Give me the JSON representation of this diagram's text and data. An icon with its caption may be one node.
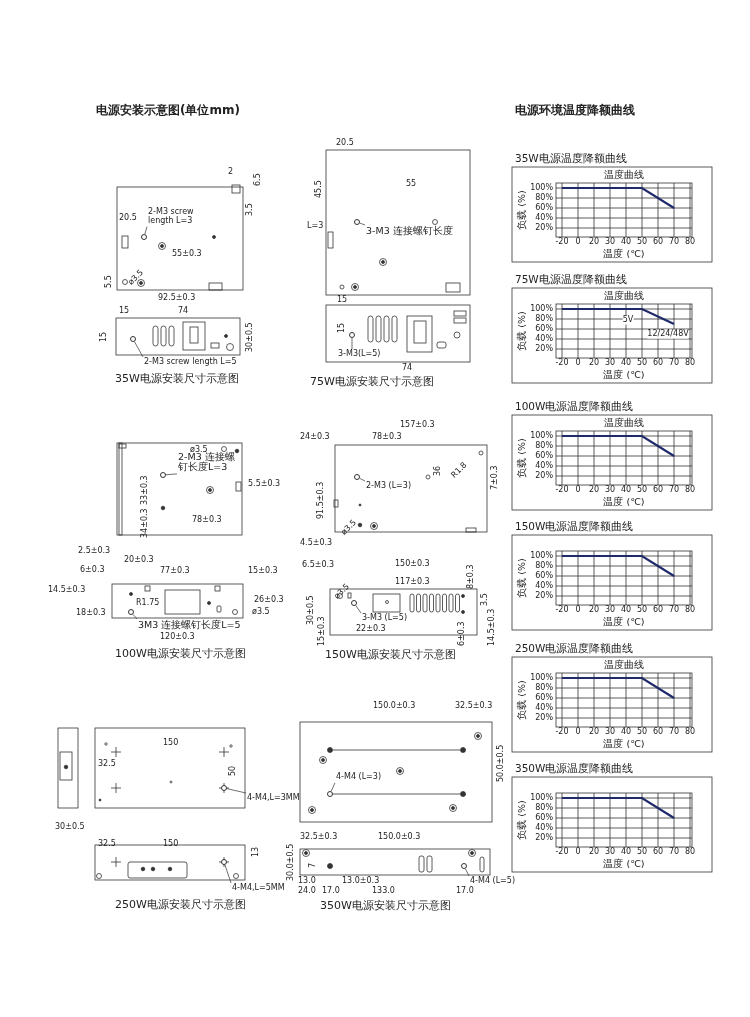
{
  "diagram": {
    "title": "电源安装示意图(单位mm)",
    "nodes": [
      {
        "text": [
          "2-M3 screw length L=3"
        ]
      },
      {
        "text": [
          "2-M3 screw length L=5"
        ]
      },
      {
        "text": [
          "3-M3 连接螺钉长度"
        ]
      },
      {
        "text": [
          "3-M3(L=5)"
        ]
      },
      {
        "text": [
          "2-M3 连接螺钉长度L=3"
        ]
      },
      {
        "text": [
          "3M3 连接螺钉长度L=5"
        ]
      },
      {
        "text": [
          "2-M3 (L=3)"
        ]
      },
      {
        "text": [
          "3-M3 (L=5)"
        ]
      },
      {
        "text": [
          "4-M4,L=3MM"
        ]
      },
      {
        "text": [
          "4-M4,L=5MM"
        ]
      },
      {
        "text": [
          "4-M4 (L=3)"
        ]
      },
      {
        "text": [
          "4-M4 (L=5)"
        ]
      },
      {
        "text": [],
        "shape": "circle"
      },
      {
        "text": [],
        "shape": "circle"
      },
      {
        "text": [],
        "shape": "circle"
      },
      {
        "text": [],
        "shape": "circle"
      },
      {
        "text": [],
        "shape": "circle"
      },
      {
        "text": [],
        "shape": "circle"
      },
      {
        "text": [],
        "shape": "circle"
      },
      {
        "text": [],
        "shape": "circle"
      },
      {
        "text": [],
        "shape": "circle"
      },
      {
        "text": [],
        "shape": "circle"
      },
      {
        "text": [],
        "shape": "circle"
      },
      {
        "text": [],
        "shape": "circle"
      }
    ],
    "edges": [
      {
        "from": 0,
        "to": 12,
        "arrow": "none"
      },
      {
        "from": 1,
        "to": 13,
        "arrow": "none"
      },
      {
        "from": 2,
        "to": 14,
        "arrow": "none"
      },
      {
        "from": 3,
        "to": 15,
        "arrow": "none"
      },
      {
        "from": 4,
        "to": 16,
        "arrow": "none"
      },
      {
        "from": 5,
        "to": 17,
        "arrow": "none"
      },
      {
        "from": 6,
        "to": 18,
        "arrow": "none"
      },
      {
        "from": 7,
        "to": 19,
        "arrow": "none"
      },
      {
        "from": 8,
        "to": 20,
        "arrow": "none"
      },
      {
        "from": 9,
        "to": 21,
        "arrow": "none"
      },
      {
        "from": 10,
        "to": 22,
        "arrow": "none"
      },
      {
        "from": 11,
        "to": 23,
        "arrow": "none"
      }
    ],
    "labels": [
      "电源环境温度降额曲线",
      "2",
      "6.5",
      "3.5",
      "20.5",
      "55±0.3",
      "5.5",
      "ø3.5",
      "92.5±0.3",
      "15",
      "74",
      "15",
      "30±0.5",
      "35W电源安装尺寸示意图",
      "20.5",
      "45.5",
      "55",
      "L=3",
      "15",
      "15",
      "74",
      "75W电源安装尺寸示意图",
      "ø3.5",
      "5.5±0.3",
      "33±0.3",
      "34±0.3",
      "78±0.3",
      "2.5±0.3",
      "20±0.3",
      "6±0.3",
      "77±0.3",
      "15±0.3",
      "14.5±0.3",
      "26±0.3",
      "R1.75",
      "18±0.3",
      "ø3.5",
      "120±0.3",
      "100W电源安装尺寸示意图",
      "157±0.3",
      "24±0.3",
      "78±0.3",
      "R1.8",
      "36",
      "7±0.3",
      "91.5±0.3",
      "ø3.5",
      "4.5±0.3",
      "6.5±0.3",
      "150±0.3",
      "ø3.5",
      "117±0.3",
      "8±0.3",
      "3.5",
      "30±0.5",
      "22±0.3",
      "15±0.3",
      "6±0.3",
      "14.5±0.3",
      "150W电源安装尺寸示意图",
      "150",
      "32.5",
      "50",
      "30±0.5",
      "32.5",
      "150",
      "13",
      "250W电源安装尺寸示意图",
      "150.0±0.3",
      "32.5±0.3",
      "50.0±0.5",
      "32.5±0.3",
      "150.0±0.3",
      "30.0±0.5",
      "7",
      "13.0",
      "13.0±0.3",
      "24.0",
      "17.0",
      "133.0",
      "17.0",
      "350W电源安装尺寸示意图",
      "35W电源温度降额曲线",
      "温度曲线",
      "100%",
      "80%",
      "60%",
      "40%",
      "20%",
      "负载 (%)",
      "-20",
      "0",
      "20",
      "30",
      "40",
      "50",
      "60",
      "70",
      "80",
      "温度 (℃)",
      "75W电源温度降额曲线",
      "温度曲线",
      "100%",
      "80%",
      "60%",
      "40%",
      "20%",
      "负载 (%)",
      "-20",
      "0",
      "20",
      "30",
      "40",
      "50",
      "60",
      "70",
      "80",
      "温度 (℃)",
      "5V",
      "12/24/48V",
      "100W电源温度降额曲线",
      "温度曲线",
      "100%",
      "80%",
      "60%",
      "40%",
      "20%",
      "负载 (%)",
      "-20",
      "0",
      "20",
      "30",
      "40",
      "50",
      "60",
      "70",
      "80",
      "温度 (℃)",
      "150W电源温度降额曲线",
      "100%",
      "80%",
      "60%",
      "40%",
      "20%",
      "负载 (%)",
      "-20",
      "0",
      "20",
      "30",
      "40",
      "50",
      "60",
      "70",
      "80",
      "温度 (℃)",
      "250W电源温度降额曲线",
      "温度曲线",
      "100%",
      "80%",
      "60%",
      "40%",
      "20%",
      "负载 (%)",
      "-20",
      "0",
      "20",
      "30",
      "40",
      "50",
      "60",
      "70",
      "80",
      "温度 (℃)",
      "350W电源温度降额曲线",
      "100%",
      "80%",
      "60%",
      "40%",
      "20%",
      "负载 (%)",
      "-20",
      "0",
      "20",
      "30",
      "40",
      "50",
      "60",
      "70",
      "80",
      "温度 (℃)"
    ]
  }
}
